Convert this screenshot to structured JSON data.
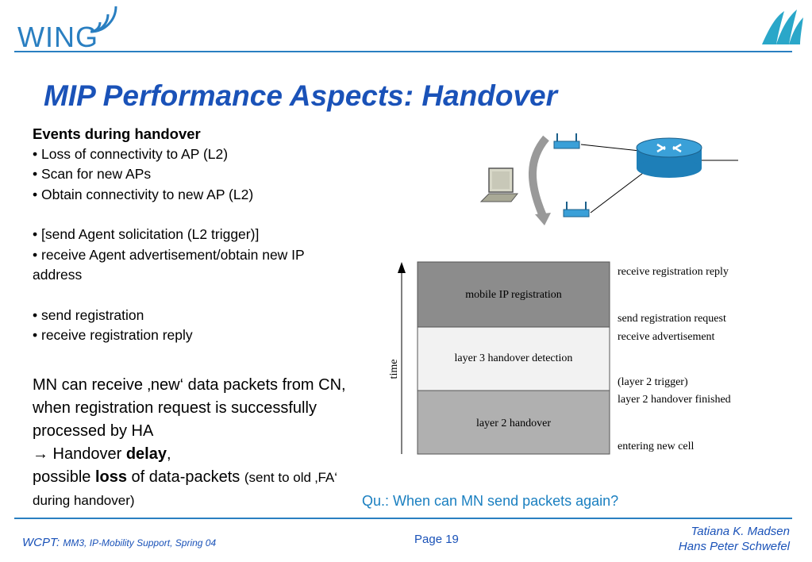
{
  "header": {
    "logo_text": "WING",
    "title": "MIP Performance Aspects: Handover"
  },
  "content": {
    "heading": "Events during handover",
    "bullets_group1": [
      "• Loss of connectivity to AP (L2)",
      "• Scan for new APs",
      "• Obtain connectivity to new AP (L2)"
    ],
    "bullets_group2": [
      "• [send Agent solicitation (L2 trigger)]",
      "• receive Agent advertisement/obtain new IP address"
    ],
    "bullets_group3": [
      "• send registration",
      "• receive registration reply"
    ],
    "note": {
      "line1": "MN can receive ‚new‘ data packets from CN, when registration request is successfully processed by HA",
      "arrow": "→",
      "handover_prefix": " Handover ",
      "handover_bold": "delay",
      "handover_suffix": ",",
      "possible_prefix": "possible ",
      "possible_bold": "loss",
      "possible_mid": " of data-packets ",
      "possible_small": "(sent to old ‚FA‘ during handover)"
    },
    "question": "Qu.: When can MN send packets again?"
  },
  "diagram": {
    "time_label": "time",
    "stages": [
      {
        "label": "mobile IP registration",
        "color": "#8c8c8c"
      },
      {
        "label": "layer 3 handover detection",
        "color": "#f2f2f2"
      },
      {
        "label": "layer 2 handover",
        "color": "#b0b0b0"
      }
    ],
    "events": [
      "receive registration reply",
      "send registration request",
      "receive advertisement",
      "(layer 2 trigger)",
      "layer 2 handover finished",
      "entering new cell"
    ]
  },
  "footer": {
    "course_prefix": "WCPT: ",
    "course_sub": "MM3, IP-Mobility Support, Spring 04",
    "page": "Page 19",
    "author1": "Tatiana K. Madsen",
    "author2": "Hans Peter Schwefel"
  },
  "colors": {
    "accent": "#2a7fc1",
    "title": "#1a52b8",
    "question": "#1a7fc0"
  }
}
